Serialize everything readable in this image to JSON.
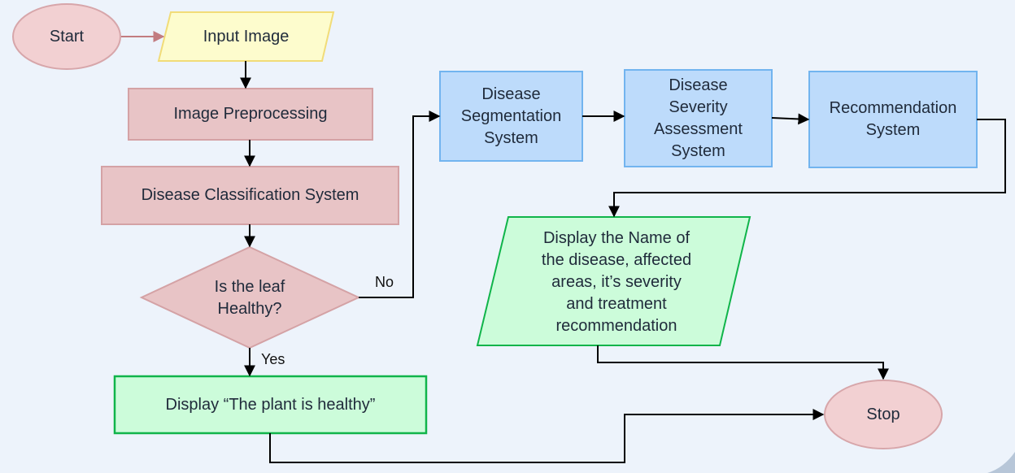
{
  "nodes": {
    "start": "Start",
    "input_image": "Input Image",
    "preprocessing": "Image Preprocessing",
    "classification": "Disease Classification System",
    "decision": "Is the leaf\nHealthy?",
    "segmentation": "Disease\nSegmentation\nSystem",
    "severity": "Disease\nSeverity\nAssessment\nSystem",
    "recommendation": "Recommendation\nSystem",
    "display_disease": "Display the Name of\nthe disease, affected\nareas, it’s severity\nand treatment\nrecommendation",
    "display_healthy": "Display “The plant is healthy”",
    "stop": "Stop"
  },
  "edges": {
    "no_label": "No",
    "yes_label": "Yes"
  },
  "colors": {
    "terminal_fill": "#f2d0d2",
    "terminal_stroke": "#d7a6aa",
    "input_fill": "#fdfccd",
    "input_stroke": "#f1dc78",
    "process_fill": "#e8c4c6",
    "process_stroke": "#d4a2a5",
    "system_fill": "#bddbfb",
    "system_stroke": "#72b4ef",
    "output_fill": "#ccfcda",
    "output_stroke": "#10b44a",
    "arrow": "#000000",
    "start_arrow": "#c27c80"
  }
}
